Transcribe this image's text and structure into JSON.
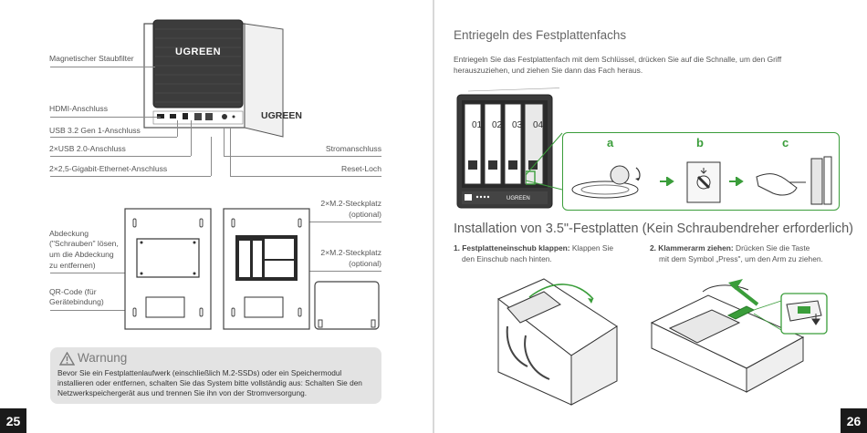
{
  "left": {
    "labels": {
      "dust_filter": "Magnetischer Staubfilter",
      "hdmi": "HDMI-Anschluss",
      "usb32": "USB 3.2 Gen 1-Anschluss",
      "usb20": "2×USB 2.0-Anschluss",
      "ethernet": "2×2,5-Gigabit-Ethernet-Anschluss",
      "power": "Stromanschluss",
      "reset": "Reset-Loch",
      "m2_top": "2×M.2-Steckplatz",
      "m2_top_opt": "(optional)",
      "m2_mid": "2×M.2-Steckplatz",
      "m2_mid_opt": "(optional)",
      "cover": "Abdeckung",
      "cover2": "(\"Schrauben\" lösen,",
      "cover3": "um die Abdeckung",
      "cover4": "zu entfernen)",
      "qr": "QR-Code (für",
      "qr2": "Gerätebindung)"
    },
    "brand": "UGREEN",
    "warning": {
      "title": "Warnung",
      "text": "Bevor Sie ein Festplattenlaufwerk (einschließlich M.2-SSDs) oder ein Speichermodul installieren oder entfernen, schalten Sie das System bitte vollständig aus: Schalten Sie den Netzwerkspeichergerät aus und trennen Sie ihn von der Stromversorgung."
    },
    "page_number": "25"
  },
  "right": {
    "title": "Entriegeln des Festplattenfachs",
    "intro": "Entriegeln Sie das Festplattenfach mit dem Schlüssel, drücken Sie auf die Schnalle, um den Griff herauszuziehen, und ziehen Sie dann das Fach heraus.",
    "bays": [
      "01",
      "02",
      "03",
      "04"
    ],
    "steps_abc": [
      "a",
      "b",
      "c"
    ],
    "install_title": "Installation von 3.5\"-Festplatten (Kein Schraubendreher erforderlich)",
    "step1_title": "1. Festplatteneinschub klappen:",
    "step1_text": " Klappen Sie",
    "step1_text2": "den Einschub nach hinten.",
    "step2_title": "2. Klammerarm ziehen:",
    "step2_text": " Drücken Sie die Taste",
    "step2_text2": "mit dem Symbol „Press\", um den Arm zu ziehen.",
    "page_number": "26"
  },
  "colors": {
    "accent_green": "#3a9d3a",
    "page_number_bg": "#1a1a1a"
  }
}
